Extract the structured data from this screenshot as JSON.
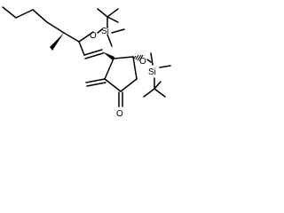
{
  "structure": {
    "atoms": {
      "o_upper": "O",
      "si_upper": "Si",
      "o_lower": "O",
      "si_lower": "Si",
      "o_ketone": "O"
    }
  }
}
